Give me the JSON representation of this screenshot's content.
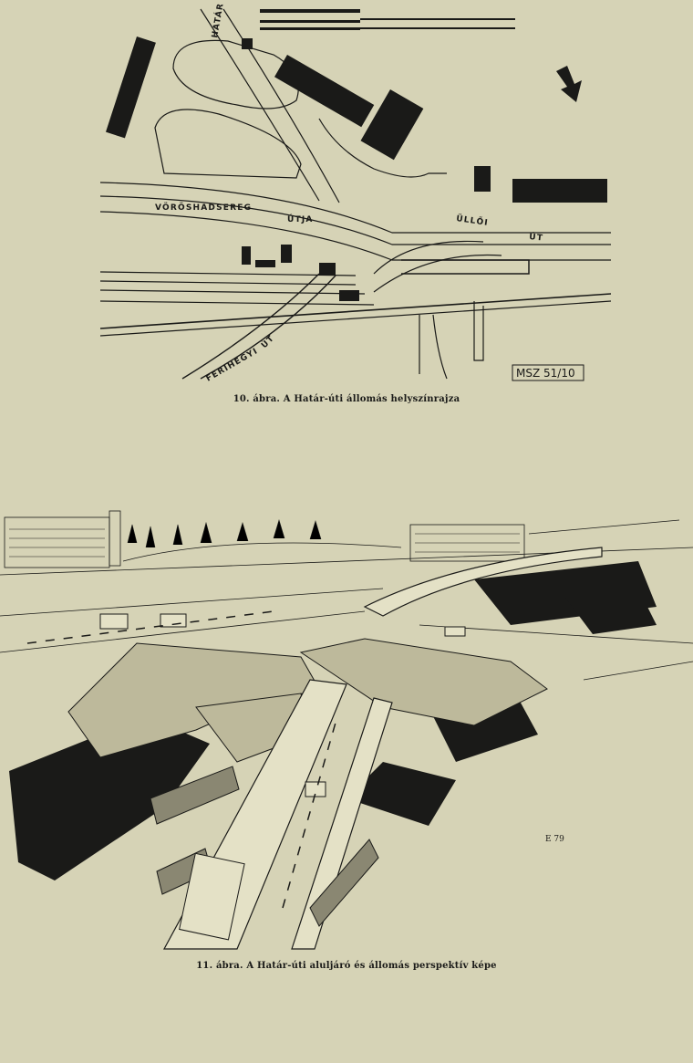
{
  "figure10": {
    "caption": "10. ábra. A Határ-úti állomás helyszínrajza",
    "labels": {
      "street_hatar": "HATÁR",
      "street_voroshadsereg": "VÖRÖSHADSEREG",
      "street_utja": "ÚTJA",
      "street_ulloi": "ÜLLŐI",
      "street_ut": "ÚT",
      "street_ferihegyi": "FERIHEGYI",
      "street_ferihegyi_ut": "ÚT",
      "stamp": "MSZ 51/10"
    }
  },
  "figure11": {
    "caption": "11. ábra. A Határ-úti aluljáró és állomás perspektív képe",
    "signature": "E 79"
  },
  "colors": {
    "paper": "#d6d3b6",
    "ink": "#1a1a18"
  }
}
